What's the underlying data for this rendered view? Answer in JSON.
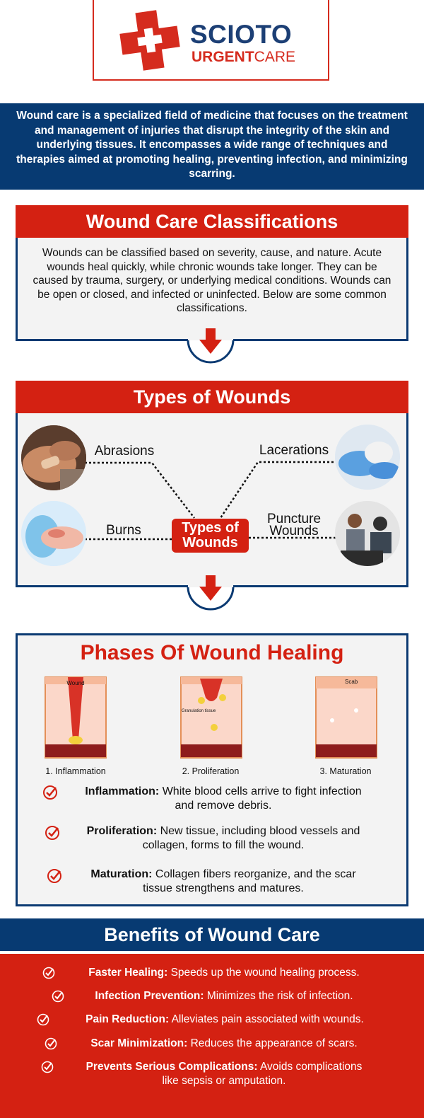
{
  "logo": {
    "name": "SCIOTO",
    "sub_bold": "URGENT",
    "sub_thin": "CARE"
  },
  "intro": "Wound care is a specialized field of medicine that focuses on the treatment and management of injuries that disrupt the integrity of the skin and underlying tissues. It encompasses a wide range of techniques and therapies aimed at promoting healing, preventing infection, and minimizing scarring.",
  "classifications": {
    "title": "Wound Care Classifications",
    "body": "Wounds can be classified based on severity, cause, and nature. Acute wounds heal quickly, while chronic wounds take longer. They can be caused by trauma, surgery, or underlying medical conditions. Wounds can be open or closed, and infected or uninfected. Below are some common classifications."
  },
  "types": {
    "title": "Types of Wounds",
    "center_line1": "Types of",
    "center_line2": "Wounds",
    "abrasions": "Abrasions",
    "lacerations": "Lacerations",
    "burns": "Burns",
    "puncture_line1": "Puncture",
    "puncture_line2": "Wounds"
  },
  "phases": {
    "title": "Phases Of Wound Healing",
    "diagram_labels": {
      "wound": "Wound",
      "granulation": "Granulation tissue",
      "scab": "Scab"
    },
    "captions": [
      "1. Inflammation",
      "2. Proliferation",
      "3. Maturation"
    ],
    "items": [
      {
        "term": "Inflammation:",
        "line1": "White blood cells arrive to fight infection",
        "line2": "and remove debris."
      },
      {
        "term": "Proliferation:",
        "line1": "New tissue, including blood vessels and",
        "line2": "collagen, forms to fill the wound."
      },
      {
        "term": "Maturation:",
        "line1": "Collagen fibers reorganize, and the scar",
        "line2": "tissue strengthens and matures."
      }
    ]
  },
  "benefits": {
    "title": "Benefits of Wound Care",
    "items": [
      {
        "term": "Faster Healing:",
        "text": "Speeds up the wound healing process.",
        "text2": ""
      },
      {
        "term": "Infection Prevention:",
        "text": "Minimizes the risk of infection.",
        "text2": ""
      },
      {
        "term": "Pain Reduction:",
        "text": "Alleviates pain associated with wounds.",
        "text2": ""
      },
      {
        "term": "Scar Minimization:",
        "text": "Reduces the appearance of scars.",
        "text2": ""
      },
      {
        "term": "Prevents Serious Complications:",
        "text": "Avoids complications",
        "text2": "like sepsis or amputation."
      }
    ]
  },
  "colors": {
    "red": "#d42112",
    "navy": "#073a72"
  }
}
